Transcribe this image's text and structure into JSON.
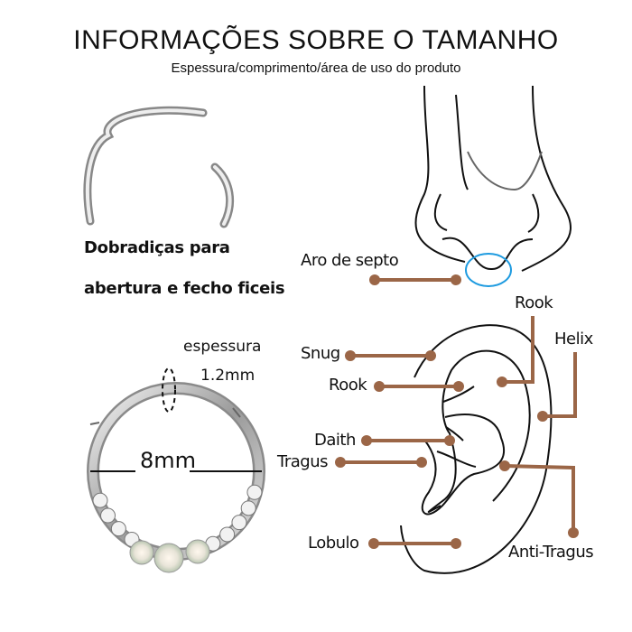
{
  "header": {
    "title": "INFORMAÇÕES SOBRE O TAMANHO",
    "subtitle": "Espessura/comprimento/área de uso do produto"
  },
  "product": {
    "feature_line1": "Dobradiças para",
    "feature_line2": "abertura e fecho ficeis",
    "thickness_label": "espessura",
    "thickness_value": "1.2mm",
    "diameter_value": "8mm"
  },
  "piercing_locations": {
    "septum": "Aro de septo",
    "rook_top": "Rook",
    "helix": "Helix",
    "snug": "Snug",
    "rook": "Rook",
    "daith": "Daith",
    "tragus": "Tragus",
    "anti_tragus": "Anti-Tragus",
    "lobulo": "Lobulo"
  },
  "colors": {
    "leader": "#9b6647",
    "septum_ring": "#1e9be0",
    "line": "#111111"
  }
}
